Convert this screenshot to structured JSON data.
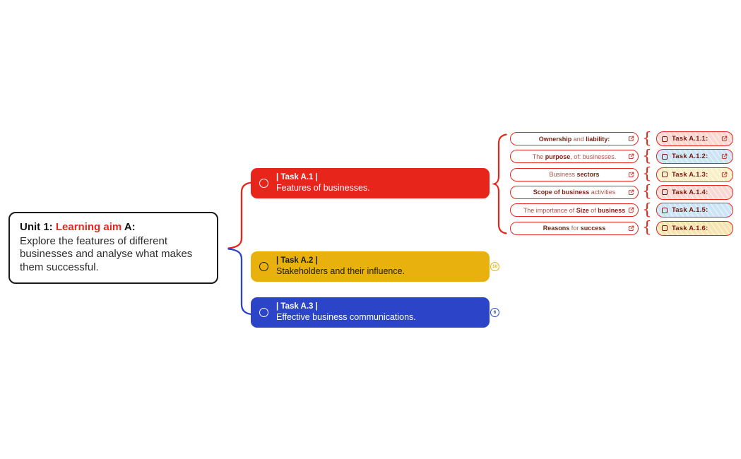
{
  "colors": {
    "red": "#e8251b",
    "gold": "#e9b10e",
    "blue": "#2b44c8",
    "pill_text_regular": "#a8554b",
    "pill_text_bold": "#7e1f14",
    "chip_text": "#7e1a10",
    "chip_bg_pink": "#f8d8d2",
    "chip_bg_blue": "#cbe4f6",
    "chip_bg_yellow": "#faf0c8",
    "chip_bg_tan": "#f7e3b2"
  },
  "unit_box": {
    "title_part1": "Unit 1:",
    "title_part2": "Learning aim",
    "title_part3": "A:",
    "description": "Explore the features of different businesses and analyse what makes them successful."
  },
  "tasks": [
    {
      "label": "| Task A.1 |",
      "description": "Features of businesses.",
      "badge": ""
    },
    {
      "label": "| Task A.2 |",
      "description": "Stakeholders and their influence.",
      "badge": "10"
    },
    {
      "label": "| Task A.3 |",
      "description": "Effective business communications.",
      "badge": "6"
    }
  ],
  "subtasks": [
    {
      "segments": [
        {
          "text": "Ownership",
          "bold": true
        },
        {
          "text": " and ",
          "bold": false
        },
        {
          "text": "liability:",
          "bold": true
        }
      ],
      "has_link": true,
      "chip": {
        "label": "Task A.1.1:",
        "bg": "#f8d8d2",
        "has_link": true
      }
    },
    {
      "segments": [
        {
          "text": "The ",
          "bold": false
        },
        {
          "text": "purpose",
          "bold": true
        },
        {
          "text": ", of: businesses.",
          "bold": false
        }
      ],
      "has_link": true,
      "chip": {
        "label": "Task A.1.2:",
        "bg": "#cbe4f6",
        "has_link": true
      }
    },
    {
      "segments": [
        {
          "text": "Business ",
          "bold": false
        },
        {
          "text": "sectors",
          "bold": true
        }
      ],
      "has_link": true,
      "chip": {
        "label": "Task A.1.3:",
        "bg": "#faf0c8",
        "has_link": true
      }
    },
    {
      "segments": [
        {
          "text": "Scope of business",
          "bold": true
        },
        {
          "text": " activities",
          "bold": false
        }
      ],
      "has_link": true,
      "chip": {
        "label": "Task A.1.4:",
        "bg": "#f8d8d2",
        "has_link": false
      }
    },
    {
      "segments": [
        {
          "text": "The importance of ",
          "bold": false
        },
        {
          "text": "Size",
          "bold": true
        },
        {
          "text": " of ",
          "bold": false
        },
        {
          "text": "business",
          "bold": true
        }
      ],
      "has_link": true,
      "chip": {
        "label": "Task A.1.5:",
        "bg": "#cbe4f6",
        "has_link": false
      }
    },
    {
      "segments": [
        {
          "text": "Reasons",
          "bold": true
        },
        {
          "text": " for ",
          "bold": false
        },
        {
          "text": "success",
          "bold": true
        }
      ],
      "has_link": true,
      "chip": {
        "label": "Task A.1.6:",
        "bg": "#f7e3b2",
        "has_link": false
      }
    }
  ]
}
